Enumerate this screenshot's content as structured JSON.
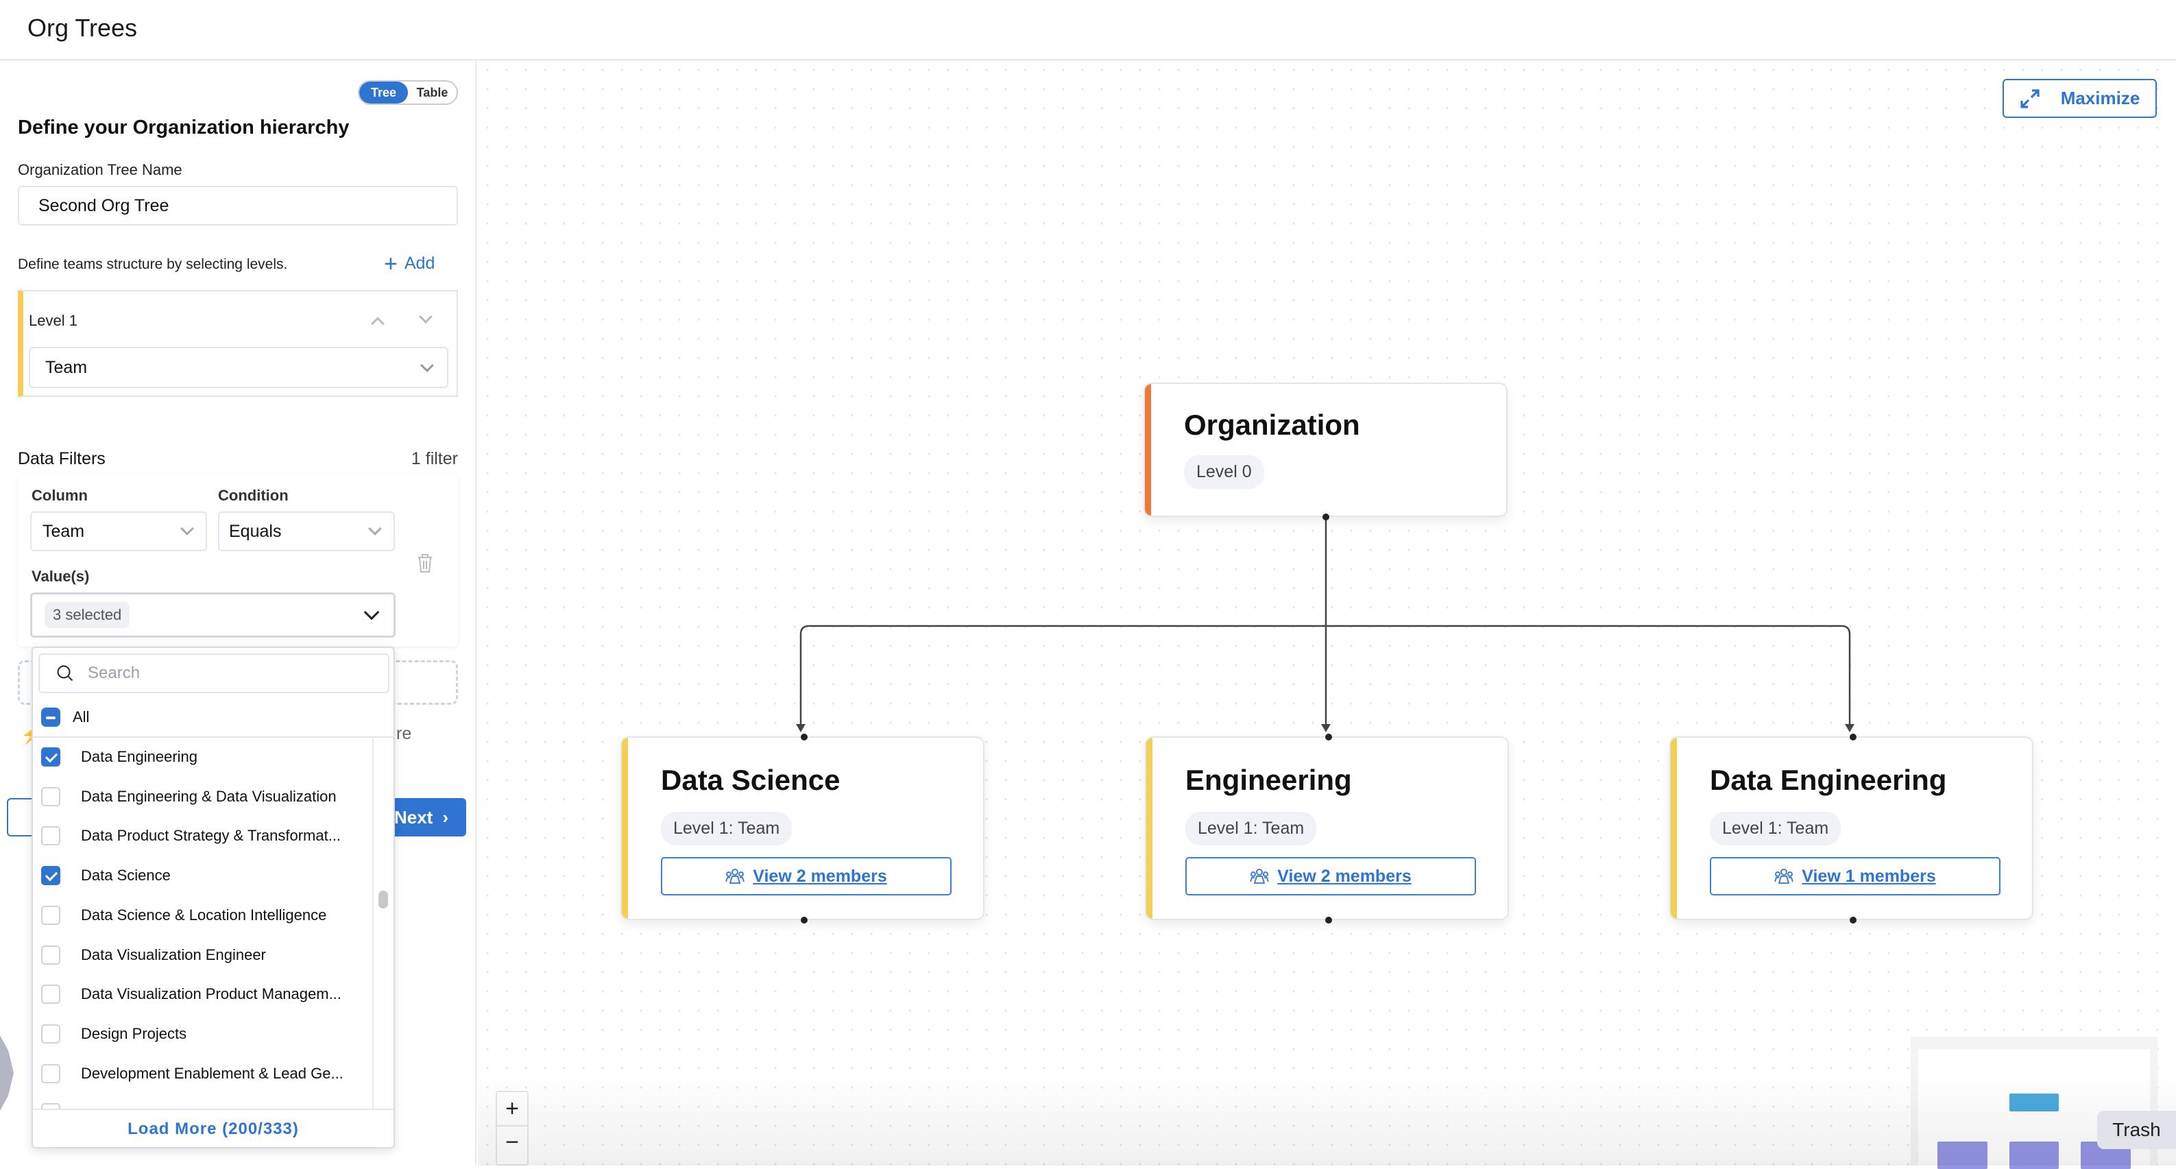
{
  "app": {
    "title": "Org Trees"
  },
  "sidebar": {
    "view_toggle": {
      "options": [
        "Tree",
        "Table"
      ],
      "selected": "Tree"
    },
    "heading": "Define your Organization hierarchy",
    "tree_name_label": "Organization Tree Name",
    "tree_name_value": "Second Org Tree",
    "levels_hint": "Define teams structure by selecting levels.",
    "add_label": "Add",
    "levels": [
      {
        "label": "Level 1",
        "value": "Team"
      }
    ],
    "filters": {
      "title": "Data Filters",
      "count": "1 filter",
      "column_label": "Column",
      "column_value": "Team",
      "condition_label": "Condition",
      "condition_value": "Equals",
      "values_label": "Value(s)",
      "values_summary": "3 selected"
    },
    "hidden_text_fragment": "re",
    "next_label": "Next"
  },
  "dropdown": {
    "search_placeholder": "Search",
    "all_label": "All",
    "all_state": "partial",
    "items": [
      {
        "label": "Data Engineering",
        "checked": true
      },
      {
        "label": "Data Engineering & Data Visualization",
        "checked": false
      },
      {
        "label": "Data Product Strategy & Transformat...",
        "checked": false
      },
      {
        "label": "Data Science",
        "checked": true
      },
      {
        "label": "Data Science & Location Intelligence",
        "checked": false
      },
      {
        "label": "Data Visualization Engineer",
        "checked": false
      },
      {
        "label": "Data Visualization Product Managem...",
        "checked": false
      },
      {
        "label": "Design Projects",
        "checked": false
      },
      {
        "label": "Development Enablement & Lead Ge...",
        "checked": false
      }
    ],
    "load_more": "Load More (200/333)"
  },
  "canvas": {
    "maximize_label": "Maximize",
    "root": {
      "title": "Organization",
      "level": "Level 0",
      "accent": "#ee7a3a"
    },
    "children": [
      {
        "title": "Data Science",
        "level": "Level 1: Team",
        "members": "View 2 members",
        "accent": "#f5cf55"
      },
      {
        "title": "Engineering",
        "level": "Level 1: Team",
        "members": "View 2 members",
        "accent": "#f5cf55"
      },
      {
        "title": "Data Engineering",
        "level": "Level 1: Team",
        "members": "View 1 members",
        "accent": "#f5cf55"
      }
    ],
    "zoom_in": "+",
    "zoom_out": "−",
    "tooltip": "Trash"
  },
  "colors": {
    "primary": "#2f74d0",
    "minimap_root": "#4aa9dd",
    "minimap_child": "#9494e6"
  }
}
